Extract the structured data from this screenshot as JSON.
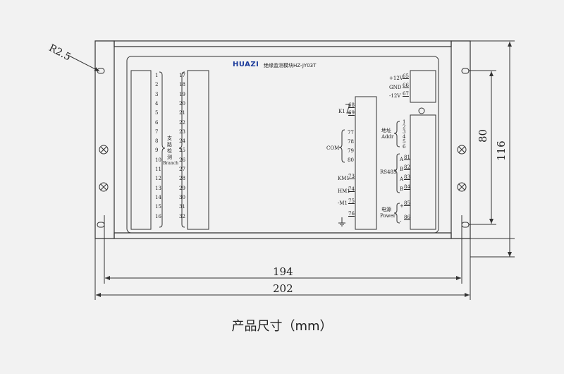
{
  "header": {
    "brand": "HUAZI",
    "title": "绝缘监测模块HZ-JY03T"
  },
  "left_terminals": [
    "1",
    "2",
    "3",
    "4",
    "5",
    "6",
    "7",
    "8",
    "9",
    "10",
    "11",
    "12",
    "13",
    "14",
    "15",
    "16"
  ],
  "right_terminals": [
    "17",
    "18",
    "19",
    "20",
    "21",
    "22",
    "23",
    "24",
    "25",
    "26",
    "27",
    "28",
    "29",
    "30",
    "31",
    "32"
  ],
  "branch_label": {
    "cn": [
      "支",
      "路",
      "检",
      "测"
    ],
    "en": "Branch"
  },
  "relay": {
    "label": "K1",
    "pins": [
      "68",
      "69"
    ]
  },
  "com": {
    "label": "COM",
    "pins": [
      "77",
      "78",
      "79",
      "80"
    ]
  },
  "signals": [
    {
      "label": "KM1",
      "pin": "73"
    },
    {
      "label": "HM1",
      "pin": "74"
    },
    {
      "label": "-M1",
      "pin": "75"
    },
    {
      "label": "",
      "pin": "76"
    }
  ],
  "power_top": [
    {
      "label": "+12V",
      "pin": "65"
    },
    {
      "label": "GND",
      "pin": "66"
    },
    {
      "label": "-12V",
      "pin": "67"
    }
  ],
  "address": {
    "cn": "地址",
    "en": "Addr",
    "pins": [
      "1",
      "2",
      "3",
      "4",
      "5",
      "6"
    ]
  },
  "rs485": {
    "label": "RS485",
    "rows": [
      {
        "side": "A",
        "pin": "81"
      },
      {
        "side": "B",
        "pin": "82"
      },
      {
        "side": "A",
        "pin": "83"
      },
      {
        "side": "B",
        "pin": "84"
      }
    ]
  },
  "power": {
    "cn": "电源",
    "en": "Power",
    "rows": [
      {
        "sign": "+",
        "pin": "85"
      },
      {
        "sign": "-",
        "pin": "86"
      }
    ]
  },
  "dimensions": {
    "radius": "R2.5",
    "inner_width": "194",
    "outer_width": "202",
    "height_inner": "80",
    "height_outer": "116"
  },
  "caption": "产品尺寸（mm）",
  "colors": {
    "line": "#333333",
    "brand": "#1a3a9a",
    "background": "#f2f2f2"
  }
}
